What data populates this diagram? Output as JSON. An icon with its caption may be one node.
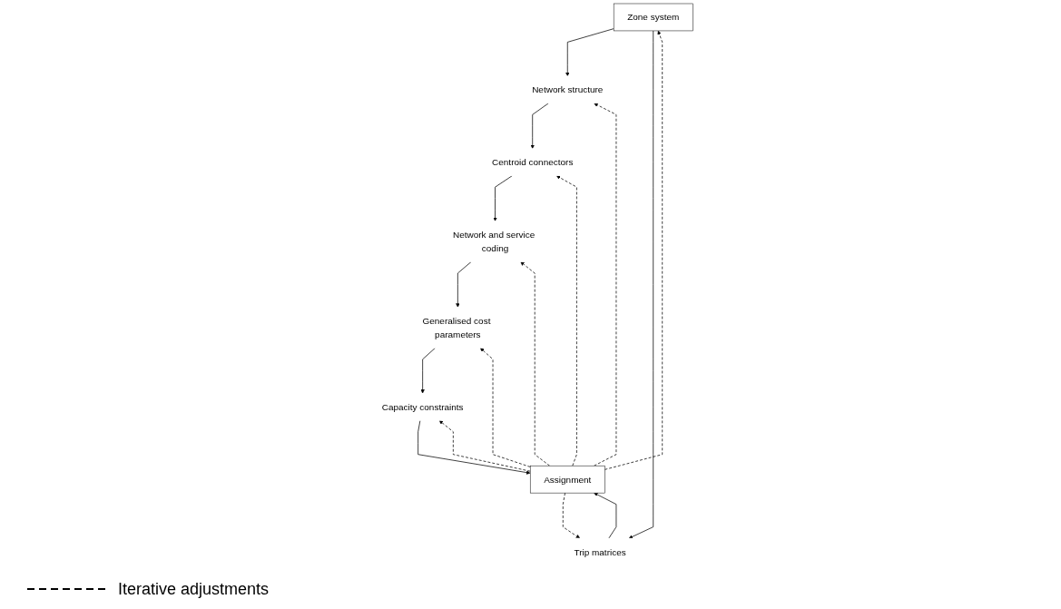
{
  "diagram": {
    "nodes": [
      {
        "text": [
          "Zone system"
        ]
      },
      {
        "text": [
          "Network structure"
        ]
      },
      {
        "text": [
          "Trip matrices"
        ]
      },
      {
        "text": [
          "Centroid connectors"
        ]
      },
      {
        "text": [
          "Network and service coding"
        ]
      },
      {
        "text": [
          "Generalised cost parameters"
        ]
      },
      {
        "text": [
          "Capacity constraints"
        ]
      },
      {
        "text": [
          "Assignment"
        ]
      }
    ],
    "edges": [
      {
        "from": 0,
        "to": 1,
        "arrow": "to"
      },
      {
        "from": 0,
        "to": 2,
        "arrow": "to"
      },
      {
        "from": 1,
        "to": 3,
        "arrow": "to"
      },
      {
        "from": 3,
        "to": 4,
        "arrow": "to"
      },
      {
        "from": 4,
        "to": 5,
        "arrow": "to"
      },
      {
        "from": 5,
        "to": 6,
        "arrow": "to"
      },
      {
        "from": 6,
        "to": 7,
        "arrow": "to"
      },
      {
        "from": 2,
        "to": 7,
        "arrow": "to"
      },
      {
        "from": 7,
        "to": 0,
        "arrow": "to",
        "style": "dashed"
      },
      {
        "from": 7,
        "to": 1,
        "arrow": "to",
        "style": "dashed"
      },
      {
        "from": 7,
        "to": 3,
        "arrow": "to",
        "style": "dashed"
      },
      {
        "from": 7,
        "to": 4,
        "arrow": "to",
        "style": "dashed"
      },
      {
        "from": 7,
        "to": 5,
        "arrow": "to",
        "style": "dashed"
      },
      {
        "from": 7,
        "to": 6,
        "arrow": "to",
        "style": "dashed"
      },
      {
        "from": 7,
        "to": 2,
        "arrow": "to",
        "style": "dashed"
      }
    ],
    "legend": [
      {
        "text": "Iterative adjustments"
      }
    ]
  }
}
